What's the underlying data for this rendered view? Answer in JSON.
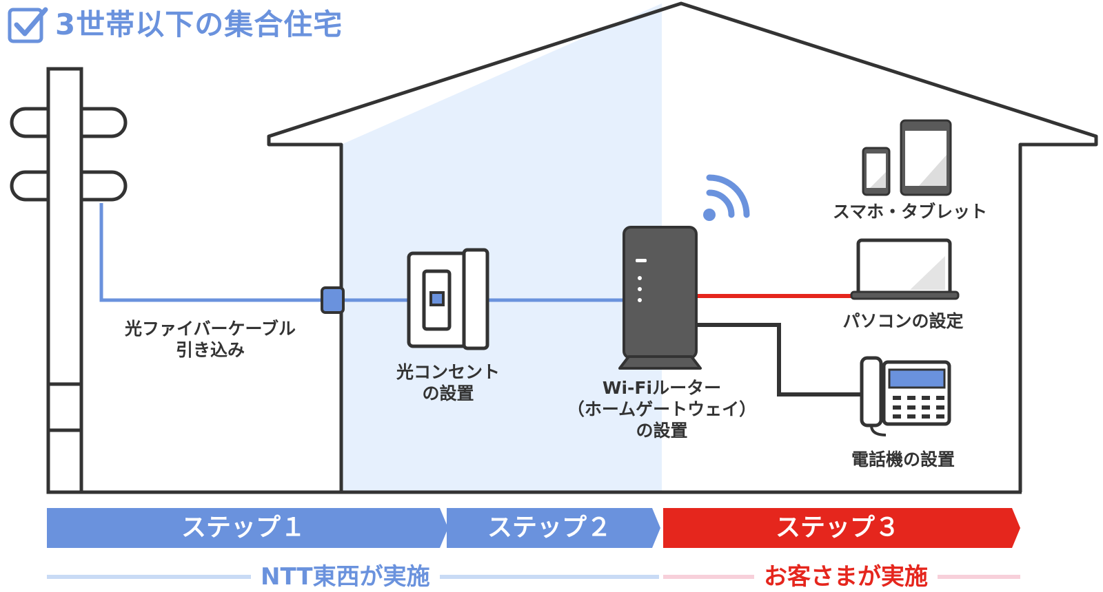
{
  "title": "3世帯以下の集合住宅",
  "labels": {
    "fiber_cable_1": "光ファイバーケーブル",
    "fiber_cable_2": "引き込み",
    "outlet_1": "光コンセント",
    "outlet_2": "の設置",
    "router_1": "Wi-Fiルーター",
    "router_2": "（ホームゲートウェイ）",
    "router_3": "の設置",
    "devices": "スマホ・タブレット",
    "pc": "パソコンの設定",
    "phone": "電話機の設置"
  },
  "steps": [
    {
      "label": "ステップ１"
    },
    {
      "label": "ステップ２"
    },
    {
      "label": "ステップ３"
    }
  ],
  "actors": {
    "ntt": "NTT東西が実施",
    "customer": "お客さまが実施"
  },
  "colors": {
    "blue": "#6a92dd",
    "red": "#e5261d",
    "dark": "#333333",
    "light_blue_bg": "#e6f0fd",
    "light_blue_line": "#c9dbf5",
    "light_pink_line": "#f7d0da"
  },
  "icons": [
    "checkbox-icon",
    "utility-pole-icon",
    "house-outline",
    "optical-outlet-icon",
    "wifi-router-icon",
    "wifi-signal-icon",
    "smartphone-icon",
    "tablet-icon",
    "laptop-icon",
    "telephone-icon"
  ]
}
